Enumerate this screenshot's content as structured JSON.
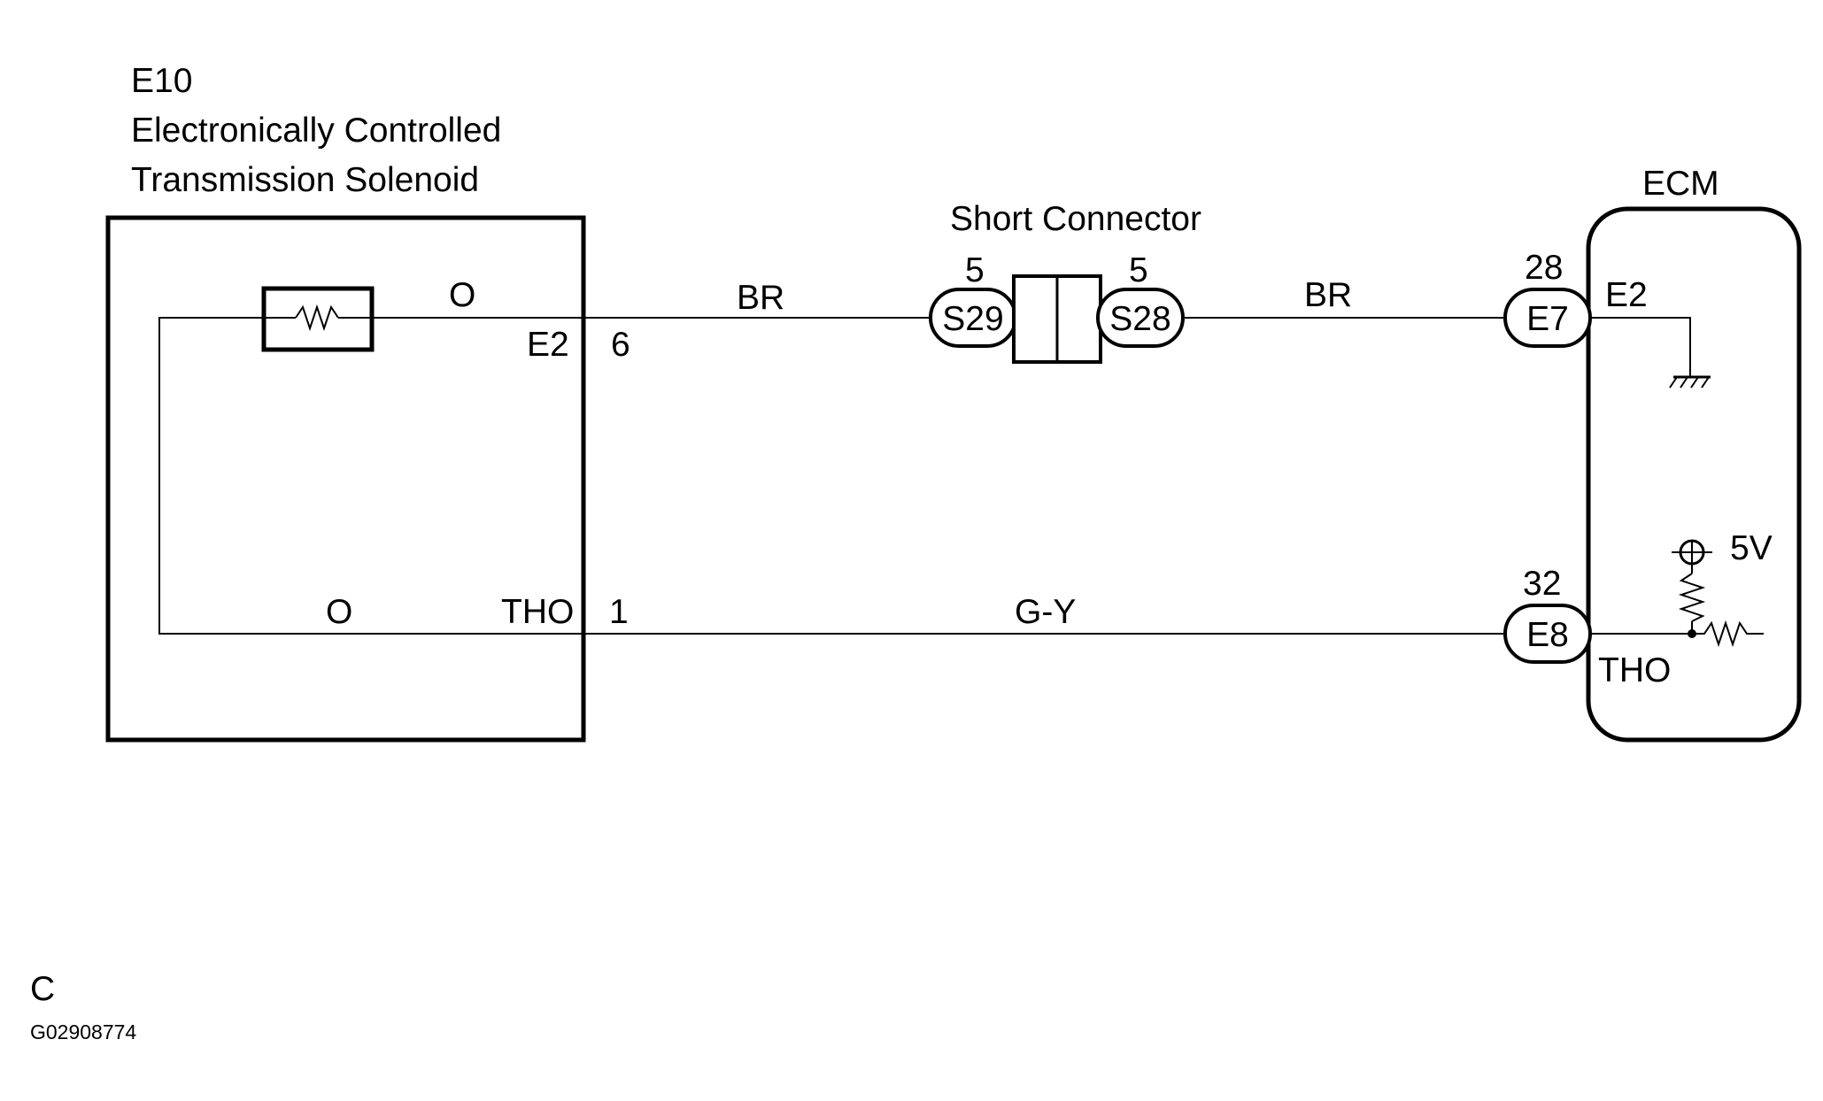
{
  "component": {
    "code": "E10",
    "name_line1": "Electronically Controlled",
    "name_line2": "Transmission Solenoid",
    "pin_e2": {
      "name": "E2",
      "number": "6"
    },
    "pin_tho": {
      "name": "THO",
      "number": "1"
    },
    "internal_wire_top": "O",
    "internal_wire_bottom": "O"
  },
  "short_connector": {
    "title": "Short Connector",
    "left": {
      "code": "S29",
      "pin": "5"
    },
    "right": {
      "code": "S28",
      "pin": "5"
    }
  },
  "wires": {
    "top_left": "BR",
    "top_right": "BR",
    "bottom": "G-Y"
  },
  "ecm": {
    "title": "ECM",
    "connector_top": {
      "code": "E7",
      "pin": "28",
      "terminal": "E2"
    },
    "connector_bottom": {
      "code": "E8",
      "pin": "32",
      "terminal": "THO"
    },
    "supply_voltage": "5V"
  },
  "footer": {
    "section": "C",
    "figure_id": "G02908774"
  }
}
